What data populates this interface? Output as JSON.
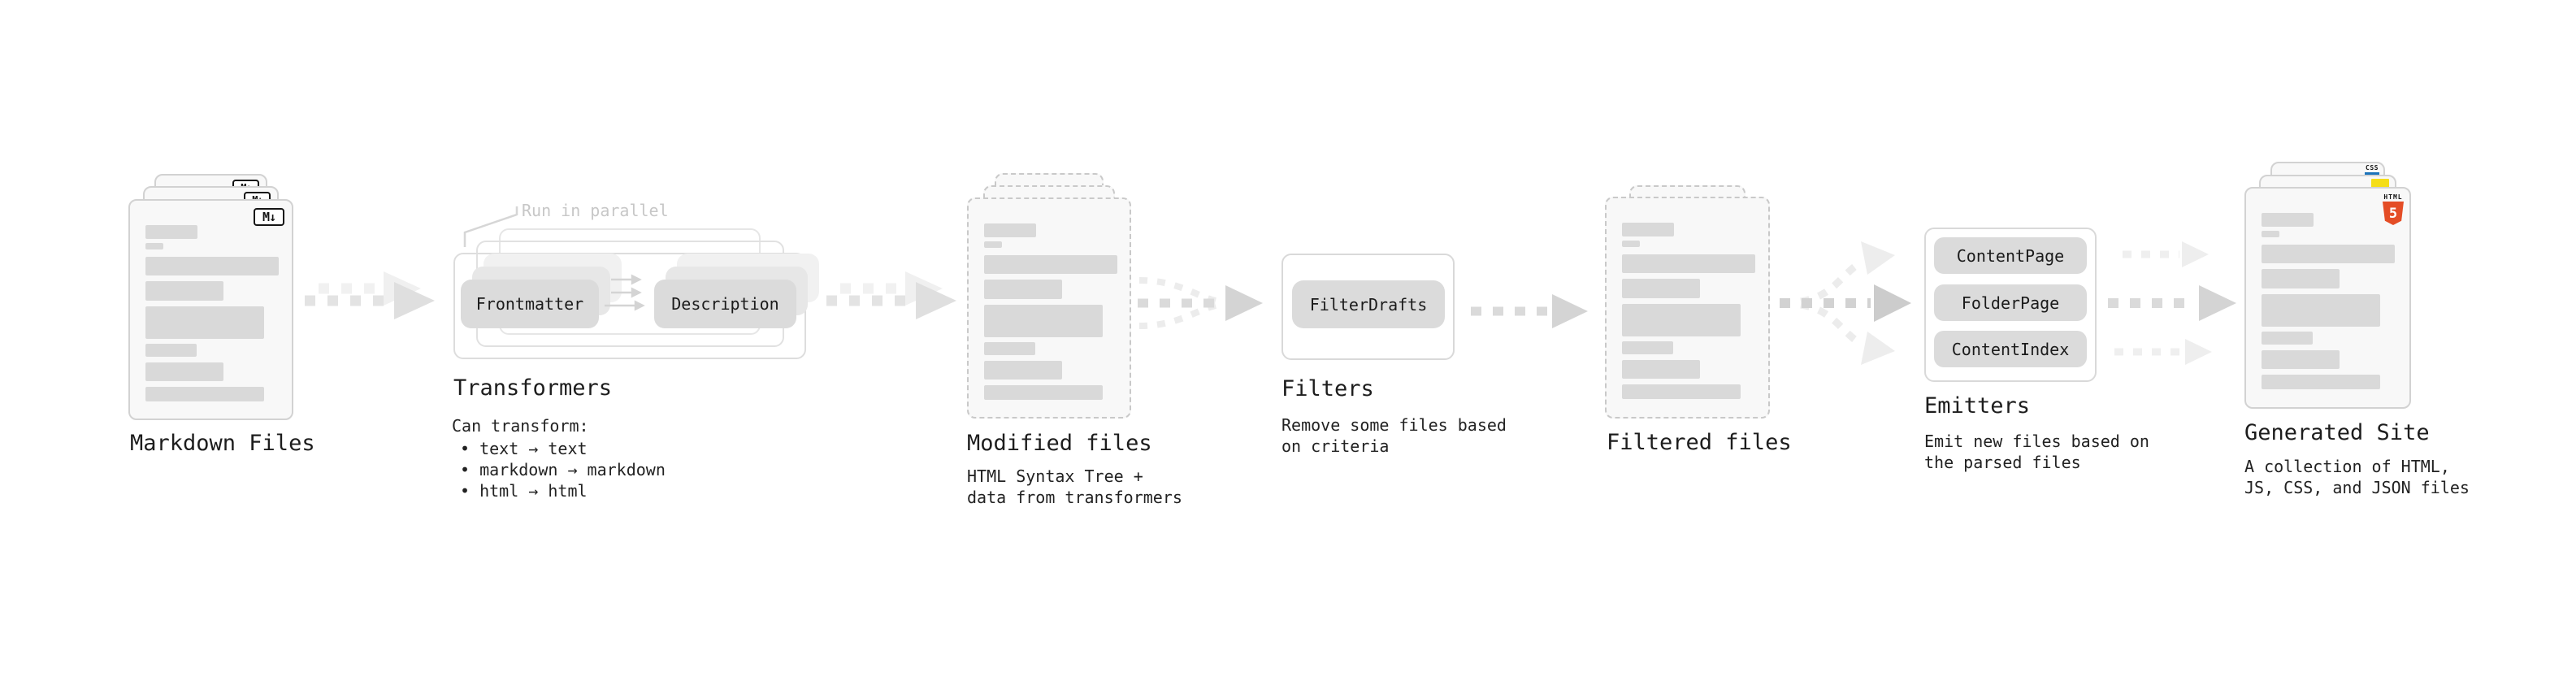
{
  "stages": {
    "markdown_files": {
      "label": "Markdown Files",
      "badge": "M↓"
    },
    "transformers": {
      "label": "Transformers",
      "note": "Run in parallel",
      "input_pill": "Frontmatter",
      "output_pill": "Description",
      "desc_heading": "Can transform:",
      "bullets": [
        "• text → text",
        "• markdown → markdown",
        "• html → html"
      ]
    },
    "modified_files": {
      "label": "Modified files",
      "desc_line1": "HTML Syntax Tree +",
      "desc_line2": "data from transformers"
    },
    "filters": {
      "label": "Filters",
      "pill": "FilterDrafts",
      "desc_line1": "Remove some files based",
      "desc_line2": "on criteria"
    },
    "filtered_files": {
      "label": "Filtered files"
    },
    "emitters": {
      "label": "Emitters",
      "pills": [
        "ContentPage",
        "FolderPage",
        "ContentIndex"
      ],
      "desc_line1": "Emit new files based on",
      "desc_line2": "the parsed files"
    },
    "generated_site": {
      "label": "Generated Site",
      "desc_line1": "A collection of HTML,",
      "desc_line2": "JS, CSS, and JSON files",
      "html_badge_word": "HTML",
      "html_badge_number": "5",
      "css_badge_word": "CSS"
    }
  },
  "colors": {
    "html5_orange": "#e44d26",
    "js_yellow": "#f5de19",
    "css_blue": "#1b73ba"
  }
}
